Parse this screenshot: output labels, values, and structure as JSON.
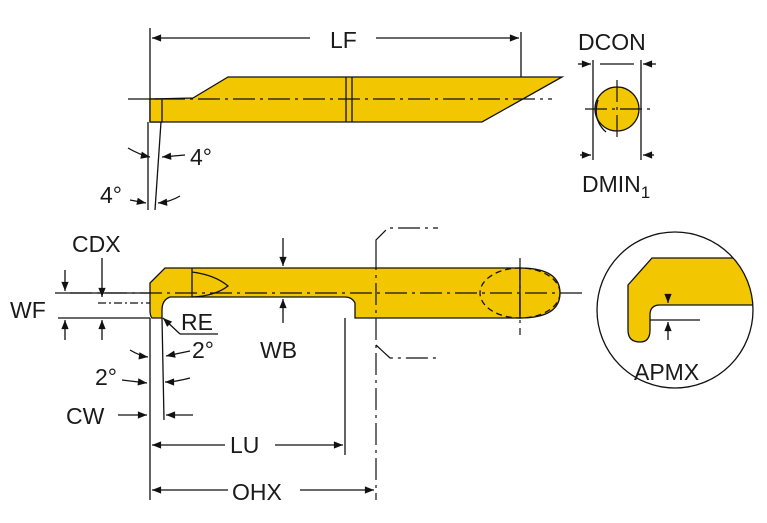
{
  "colors": {
    "tool_body": "#f2c600",
    "lines": "#111111"
  },
  "side_view": {
    "length_label": "LF",
    "angle_1": "4°",
    "angle_2": "4°"
  },
  "end_view": {
    "diameter_label": "DCON",
    "min_bore_label": "DMIN",
    "min_bore_subscript": "1"
  },
  "top_view": {
    "cdx": "CDX",
    "wf": "WF",
    "re": "RE",
    "wb": "WB",
    "angle_1": "2°",
    "angle_2": "2°",
    "cw": "CW",
    "lu": "LU",
    "ohx": "OHX"
  },
  "detail_view": {
    "apmx": "APMX"
  }
}
